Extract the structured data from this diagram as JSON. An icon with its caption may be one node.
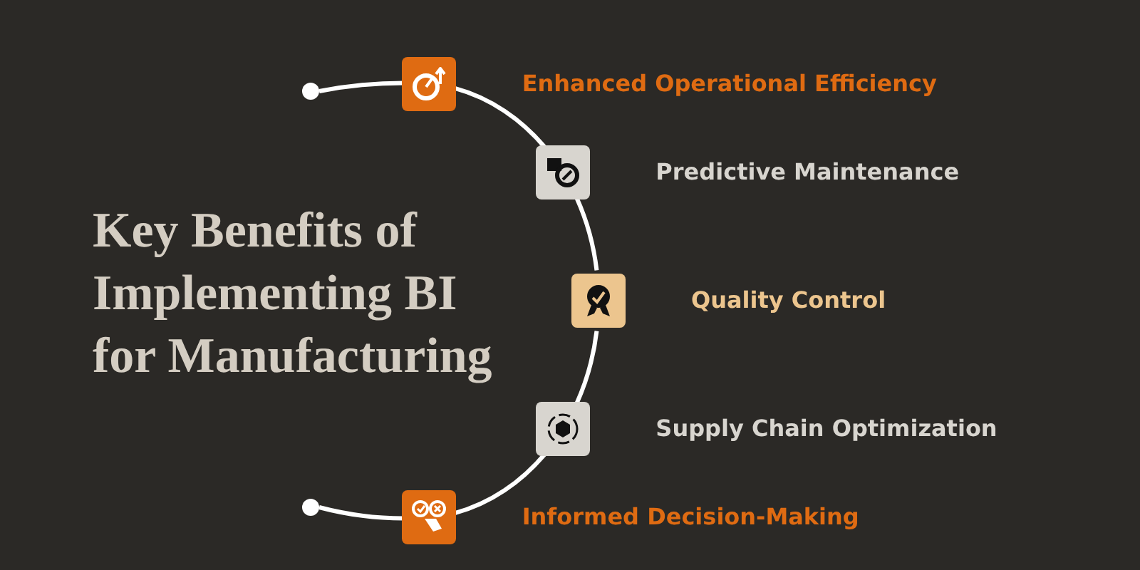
{
  "diagram": {
    "title": "Key Benefits of Implementing BI for Manufacturing",
    "nodes": [
      {
        "text": [],
        "shape": "circle"
      },
      {
        "text": [],
        "shape": "box",
        "beside": [
          "Enhanced Operational Efficiency"
        ]
      },
      {
        "text": [],
        "shape": "box",
        "beside": [
          "Predictive Maintenance"
        ]
      },
      {
        "text": [],
        "shape": "box",
        "beside": [
          "Quality Control"
        ]
      },
      {
        "text": [],
        "shape": "box",
        "beside": [
          "Supply Chain Optimization"
        ]
      },
      {
        "text": [],
        "shape": "box",
        "beside": [
          "Informed Decision-Making"
        ]
      },
      {
        "text": [],
        "shape": "circle"
      }
    ],
    "edges": [
      {
        "from": 0,
        "to": 1,
        "arrow": "none"
      },
      {
        "from": 1,
        "to": 2,
        "arrow": "none"
      },
      {
        "from": 2,
        "to": 3,
        "arrow": "none"
      },
      {
        "from": 3,
        "to": 4,
        "arrow": "none"
      },
      {
        "from": 4,
        "to": 5,
        "arrow": "none"
      },
      {
        "from": 5,
        "to": 6,
        "arrow": "none"
      }
    ]
  }
}
